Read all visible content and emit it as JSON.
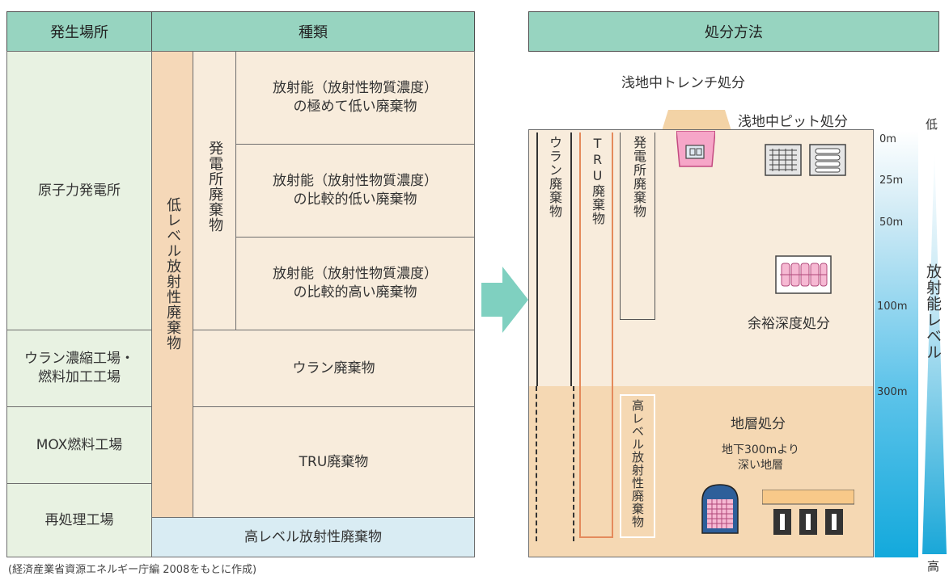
{
  "left": {
    "header_source": "発生場所",
    "header_type": "種類",
    "sources": [
      "原子力発電所",
      "ウラン濃縮工場・\n燃料加工工場",
      "MOX燃料工場",
      "再処理工場"
    ],
    "low_level": "低レベル放射性廃棄物",
    "power_plant_waste": "発電所廃棄物",
    "categories": [
      "放射能（放射性物質濃度）\nの極めて低い廃棄物",
      "放射能（放射性物質濃度）\nの比較的低い廃棄物",
      "放射能（放射性物質濃度）\nの比較的高い廃棄物"
    ],
    "uranium_waste": "ウラン廃棄物",
    "tru_waste": "TRU廃棄物",
    "high_level": "高レベル放射性廃棄物"
  },
  "right": {
    "header": "処分方法",
    "trench": "浅地中トレンチ処分",
    "pit": "浅地中ピット処分",
    "intermediate": "余裕深度処分",
    "geological": "地層処分",
    "geological_note": "地下300mより\n深い地層",
    "col_uranium": "ウラン廃棄物",
    "col_tru": "TRU廃棄物",
    "col_plant": "発電所廃棄物",
    "col_high": "高レベル放射性廃棄物",
    "depths": [
      "0m",
      "25m",
      "50m",
      "100m",
      "300m"
    ],
    "level_low": "低",
    "level_high": "高",
    "level_label": "放射能レベル"
  },
  "footnote": "(経済産業省資源エネルギー庁編 2008をもとに作成)",
  "colors": {
    "header": "#97d4c0",
    "panel": "#f8ecdc",
    "deep": "#f5d8b3",
    "source": "#e8f2e2",
    "highlevel": "#d9ecf3",
    "arrow": "#7fd0c0"
  }
}
